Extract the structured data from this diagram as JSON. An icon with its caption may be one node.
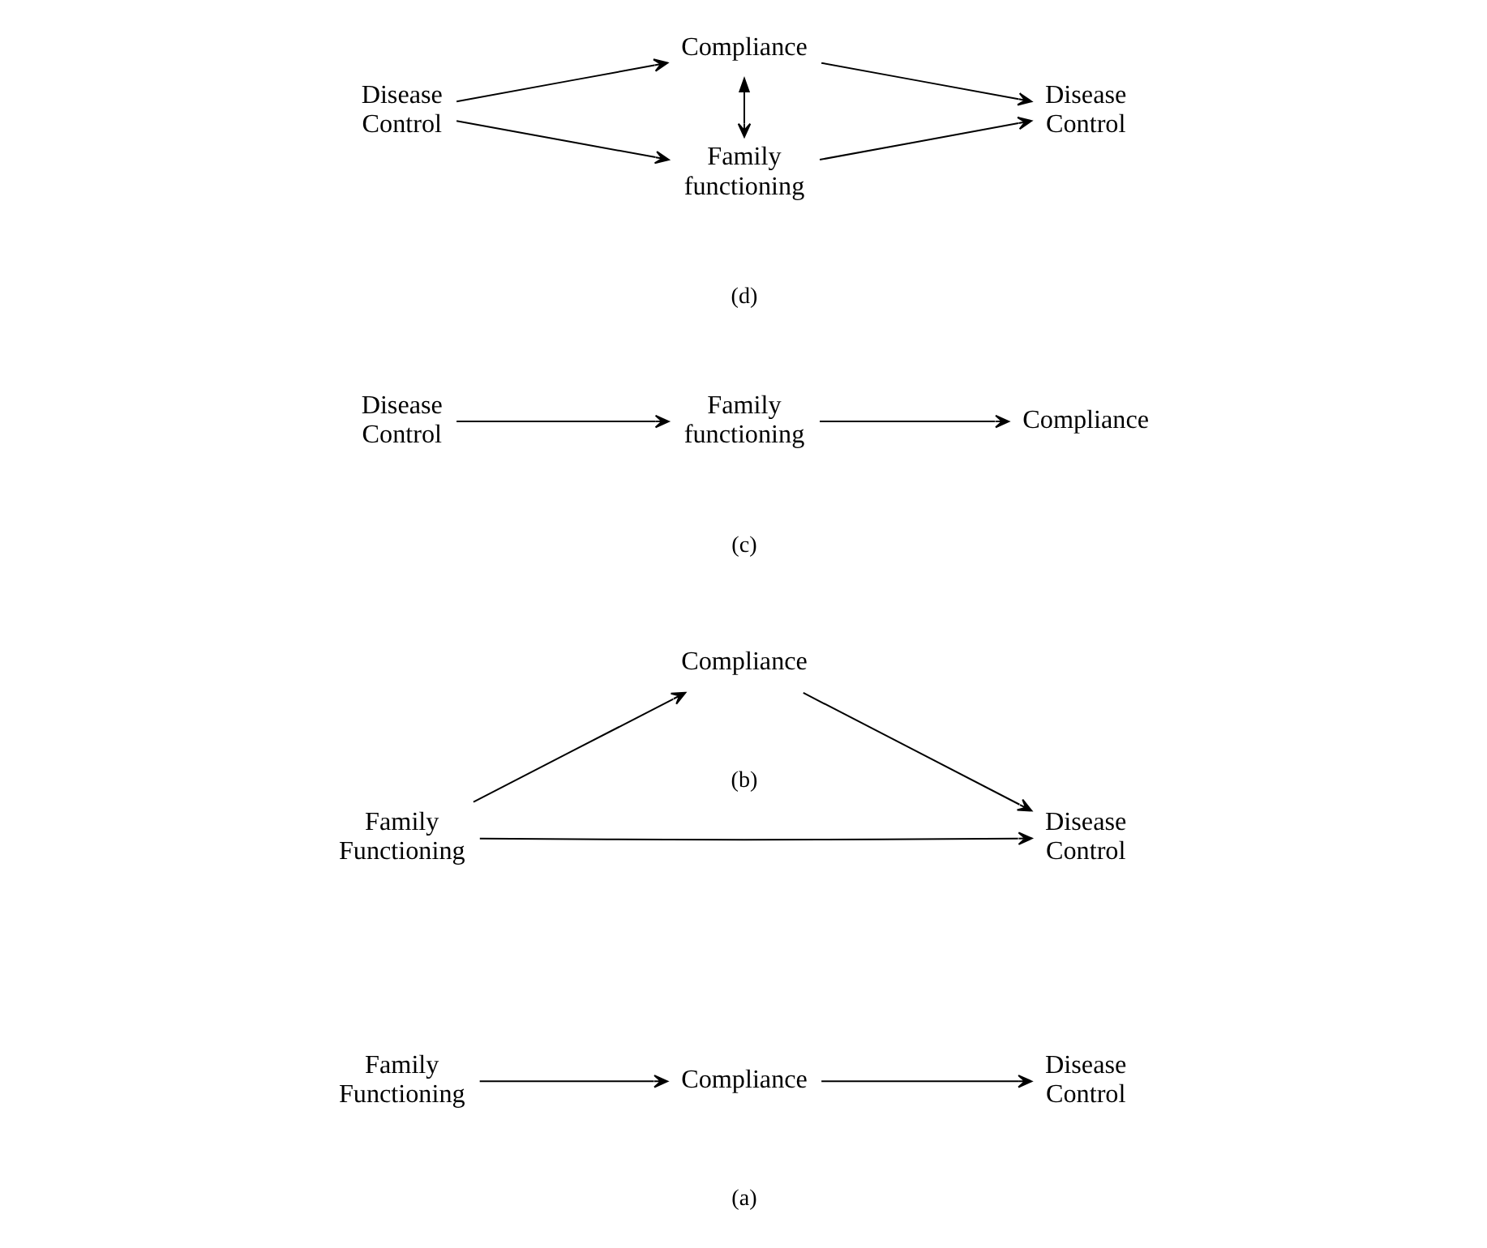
{
  "diagram": {
    "nodes": [
      {
        "text": [
          "Family Functioning"
        ]
      },
      {
        "text": [
          "Compliance"
        ]
      },
      {
        "text": [
          "Disease Control"
        ]
      },
      {
        "text": [
          "Family Functioning"
        ]
      },
      {
        "text": [
          "Compliance"
        ]
      },
      {
        "text": [
          "Disease Control"
        ]
      },
      {
        "text": [
          "Disease Control"
        ]
      },
      {
        "text": [
          "Family functioning"
        ]
      },
      {
        "text": [
          "Compliance"
        ]
      },
      {
        "text": [
          "Disease Control"
        ]
      },
      {
        "text": [
          "Compliance"
        ]
      },
      {
        "text": [
          "Family functioning"
        ]
      },
      {
        "text": [
          "Disease Control"
        ]
      }
    ],
    "edges": [
      {
        "from": 0,
        "to": 1,
        "arrow": "to"
      },
      {
        "from": 1,
        "to": 2,
        "arrow": "to"
      },
      {
        "from": 3,
        "to": 4,
        "arrow": "to"
      },
      {
        "from": 4,
        "to": 5,
        "arrow": "to"
      },
      {
        "from": 3,
        "to": 5,
        "arrow": "to"
      },
      {
        "from": 6,
        "to": 7,
        "arrow": "to"
      },
      {
        "from": 7,
        "to": 8,
        "arrow": "to"
      },
      {
        "from": 9,
        "to": 10,
        "arrow": "to"
      },
      {
        "from": 9,
        "to": 11,
        "arrow": "to"
      },
      {
        "from": 10,
        "to": 11,
        "arrow": "both"
      },
      {
        "from": 10,
        "to": 12,
        "arrow": "to"
      },
      {
        "from": 11,
        "to": 12,
        "arrow": "to"
      }
    ],
    "labels": [
      "(a)",
      "(b)",
      "(c)",
      "(d)"
    ]
  }
}
